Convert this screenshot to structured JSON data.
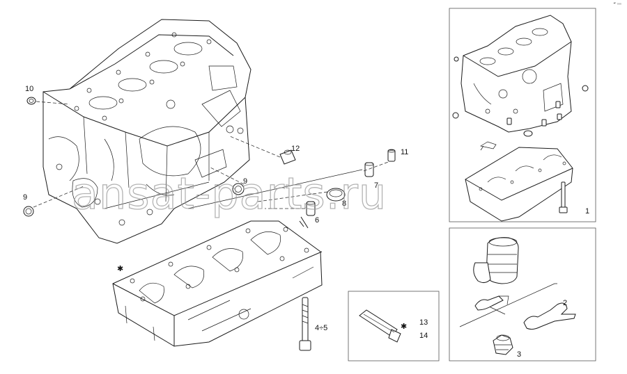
{
  "watermark": "ansat-parts.ru",
  "corner_mark": "▪ⁿ ₀₀₀",
  "callouts": {
    "c1": "1",
    "c2": "2",
    "c3": "3",
    "c4_5": "4÷5",
    "c6": "6",
    "c7": "7",
    "c8": "8",
    "c9a": "9",
    "c9b": "9",
    "c10": "10",
    "c11": "11",
    "c12": "12",
    "c13": "13",
    "c14": "14"
  },
  "marks": {
    "star_left": "✱",
    "star_box": "✱"
  }
}
